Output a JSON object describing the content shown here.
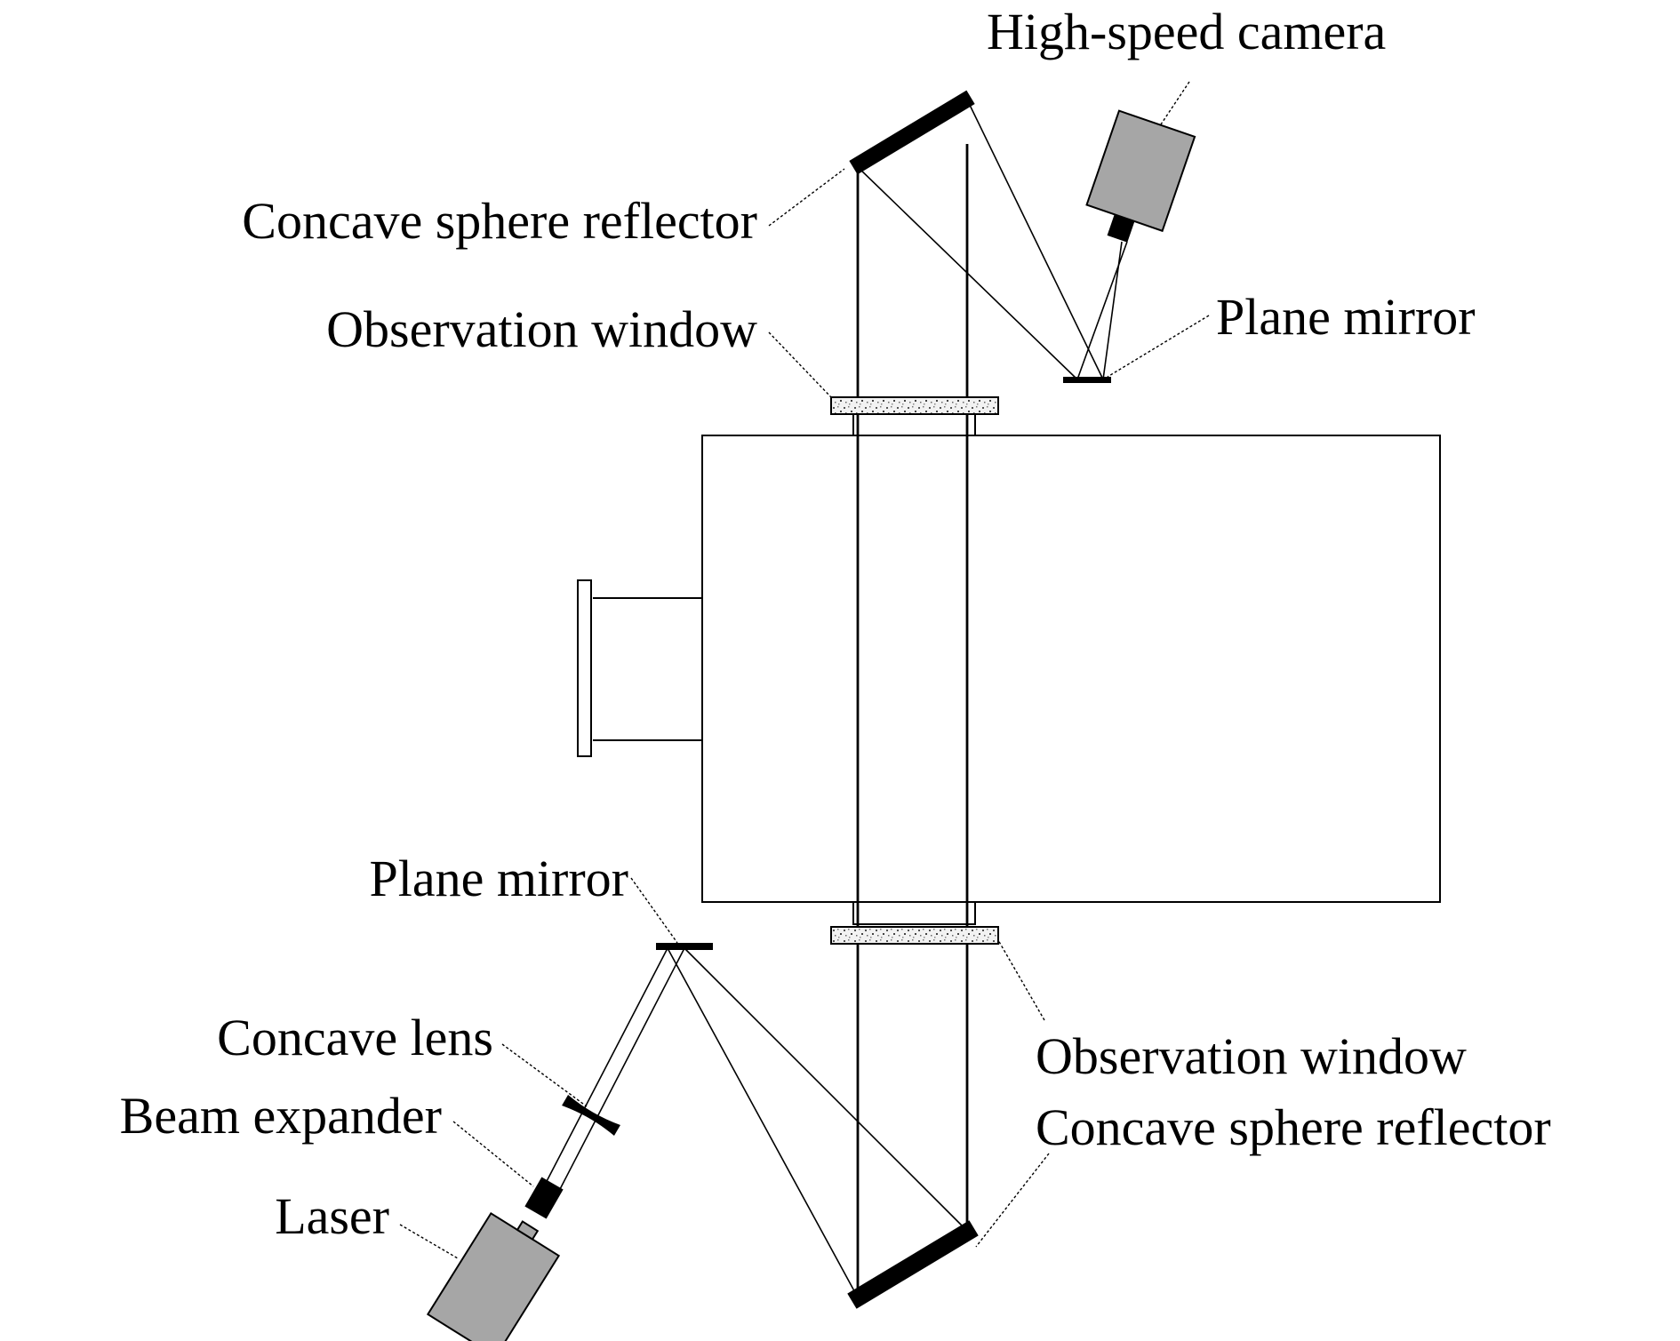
{
  "labels": {
    "high_speed_camera": "High-speed camera",
    "concave_sphere_reflector_top": "Concave sphere reflector",
    "observation_window_top": "Observation window",
    "plane_mirror_top": "Plane mirror",
    "plane_mirror_bottom": "Plane mirror",
    "concave_lens": "Concave lens",
    "beam_expander": "Beam expander",
    "laser": "Laser",
    "observation_window_bottom": "Observation window",
    "concave_sphere_reflector_bottom": "Concave sphere reflector"
  },
  "colors": {
    "device_fill": "#a6a6a6",
    "line": "#000000",
    "background": "#ffffff"
  }
}
